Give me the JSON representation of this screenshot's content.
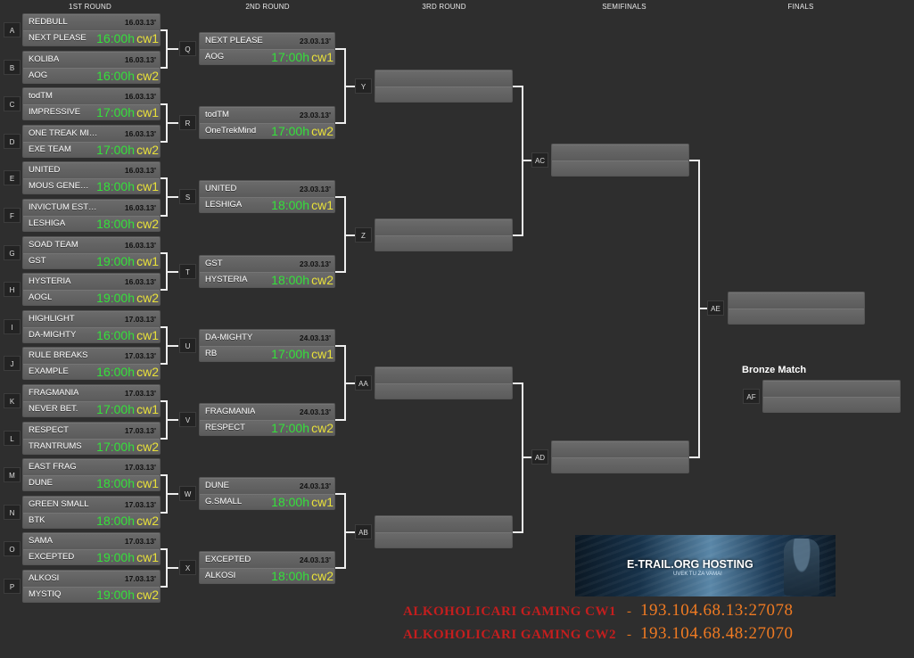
{
  "rounds": [
    "1ST ROUND",
    "2ND ROUND",
    "3RD ROUND",
    "SEMIFINALS",
    "FINALS"
  ],
  "round1": [
    {
      "id": "A",
      "date": "16.03.13'",
      "team1": "REDBULL",
      "team2": "NEXT PLEASE",
      "time": "16:00h",
      "cw": "cw1"
    },
    {
      "id": "B",
      "date": "16.03.13'",
      "team1": "KOLIBA",
      "team2": "AOG",
      "time": "16:00h",
      "cw": "cw2"
    },
    {
      "id": "C",
      "date": "16.03.13'",
      "team1": "todTM",
      "team2": "IMPRESSIVE",
      "time": "17:00h",
      "cw": "cw1"
    },
    {
      "id": "D",
      "date": "16.03.13'",
      "team1": "ONE TREAK MIND",
      "team2": "EXE TEAM",
      "time": "17:00h",
      "cw": "cw2"
    },
    {
      "id": "E",
      "date": "16.03.13'",
      "team1": "UNITED",
      "team2": "MOUS GENE…",
      "time": "18:00h",
      "cw": "cw1"
    },
    {
      "id": "F",
      "date": "16.03.13'",
      "team1": "INVICTUM EST…",
      "team2": "LESHIGA",
      "time": "18:00h",
      "cw": "cw2"
    },
    {
      "id": "G",
      "date": "16.03.13'",
      "team1": "SOAD TEAM",
      "team2": "GST",
      "time": "19:00h",
      "cw": "cw1"
    },
    {
      "id": "H",
      "date": "16.03.13'",
      "team1": "HYSTERIA",
      "team2": "AOGL",
      "time": "19:00h",
      "cw": "cw2"
    },
    {
      "id": "I",
      "date": "17.03.13'",
      "team1": "HIGHLIGHT",
      "team2": "DA-MIGHTY",
      "time": "16:00h",
      "cw": "cw1"
    },
    {
      "id": "J",
      "date": "17.03.13'",
      "team1": "RULE BREAKS",
      "team2": "EXAMPLE",
      "time": "16:00h",
      "cw": "cw2"
    },
    {
      "id": "K",
      "date": "17.03.13'",
      "team1": "FRAGMANIA",
      "team2": "NEVER BET.",
      "time": "17:00h",
      "cw": "cw1"
    },
    {
      "id": "L",
      "date": "17.03.13'",
      "team1": "RESPECT",
      "team2": "TRANTRUMS",
      "time": "17:00h",
      "cw": "cw2"
    },
    {
      "id": "M",
      "date": "17.03.13'",
      "team1": "EAST FRAG",
      "team2": "DUNE",
      "time": "18:00h",
      "cw": "cw1"
    },
    {
      "id": "N",
      "date": "17.03.13'",
      "team1": "GREEN SMALL",
      "team2": "BTK",
      "time": "18:00h",
      "cw": "cw2"
    },
    {
      "id": "O",
      "date": "17.03.13'",
      "team1": "SAMA",
      "team2": "EXCEPTED",
      "time": "19:00h",
      "cw": "cw1"
    },
    {
      "id": "P",
      "date": "17.03.13'",
      "team1": "ALKOSI",
      "team2": "MYSTIQ",
      "time": "19:00h",
      "cw": "cw2"
    }
  ],
  "round2": [
    {
      "id": "Q",
      "date": "23.03.13'",
      "team1": "NEXT PLEASE",
      "team2": "AOG",
      "time": "17:00h",
      "cw": "cw1"
    },
    {
      "id": "R",
      "date": "23.03.13'",
      "team1": "todTM",
      "team2": "OneTrekMind",
      "time": "17:00h",
      "cw": "cw2"
    },
    {
      "id": "S",
      "date": "23.03.13'",
      "team1": "UNITED",
      "team2": "LESHIGA",
      "time": "18:00h",
      "cw": "cw1"
    },
    {
      "id": "T",
      "date": "23.03.13'",
      "team1": "GST",
      "team2": "HYSTERIA",
      "time": "18:00h",
      "cw": "cw2"
    },
    {
      "id": "U",
      "date": "24.03.13'",
      "team1": "DA-MIGHTY",
      "team2": "RB",
      "time": "17:00h",
      "cw": "cw1"
    },
    {
      "id": "V",
      "date": "24.03.13'",
      "team1": "FRAGMANIA",
      "team2": "RESPECT",
      "time": "17:00h",
      "cw": "cw2"
    },
    {
      "id": "W",
      "date": "24.03.13'",
      "team1": "DUNE",
      "team2": "G.SMALL",
      "time": "18:00h",
      "cw": "cw1"
    },
    {
      "id": "X",
      "date": "24.03.13'",
      "team1": "EXCEPTED",
      "team2": "ALKOSI",
      "time": "18:00h",
      "cw": "cw2"
    }
  ],
  "round3": [
    {
      "id": "Y"
    },
    {
      "id": "Z"
    },
    {
      "id": "AA"
    },
    {
      "id": "AB"
    }
  ],
  "semifinals": [
    {
      "id": "AC"
    },
    {
      "id": "AD"
    }
  ],
  "final": {
    "id": "AE"
  },
  "bronze": {
    "title": "Bronze Match",
    "id": "AF"
  },
  "banner": {
    "title": "E-TRAIL.ORG HOSTING",
    "subtitle": "UVEK TU ZA VAMA!"
  },
  "servers": [
    {
      "name": "ALKOHOLICARI GAMING CW1",
      "dash": "-",
      "address": "193.104.68.13:27078"
    },
    {
      "name": "ALKOHOLICARI GAMING CW2",
      "dash": "-",
      "address": "193.104.68.48:27070"
    }
  ]
}
